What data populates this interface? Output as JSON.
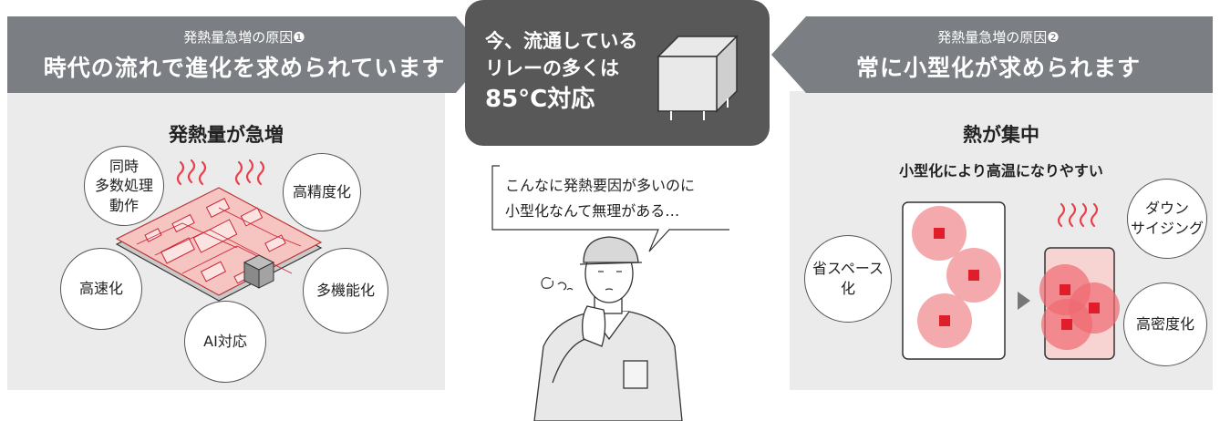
{
  "left": {
    "banner_sub": "発熱量急増の原因❶",
    "banner_main": "時代の流れで進化を求められています",
    "section_title": "発熱量が急増",
    "circles": [
      "同時\n多数処理\n動作",
      "高精度化",
      "高速化",
      "多機能化",
      "AI対応"
    ]
  },
  "center": {
    "box_line1": "今、流通している",
    "box_line2": "リレーの多くは",
    "box_line3": "85°C対応",
    "bubble_text": "こんなに発熱要因が多いのに\n小型化なんて無理がある…"
  },
  "right": {
    "banner_sub": "発熱量急増の原因❷",
    "banner_main": "常に小型化が求められます",
    "section_title": "熱が集中",
    "section_subtitle": "小型化により高温になりやすい",
    "circles": [
      "省スペース\n化",
      "ダウン\nサイジング",
      "高密度化"
    ]
  },
  "colors": {
    "banner": "#7b7f83",
    "center_box": "#585858",
    "panel": "#ebebec",
    "heat_red": "#e8404a",
    "heat_fill": "#f29b9f"
  },
  "icons": [
    "heat-wave-icon",
    "circuit-board-icon",
    "relay-icon",
    "worker-illustration",
    "arrow-right-icon"
  ]
}
